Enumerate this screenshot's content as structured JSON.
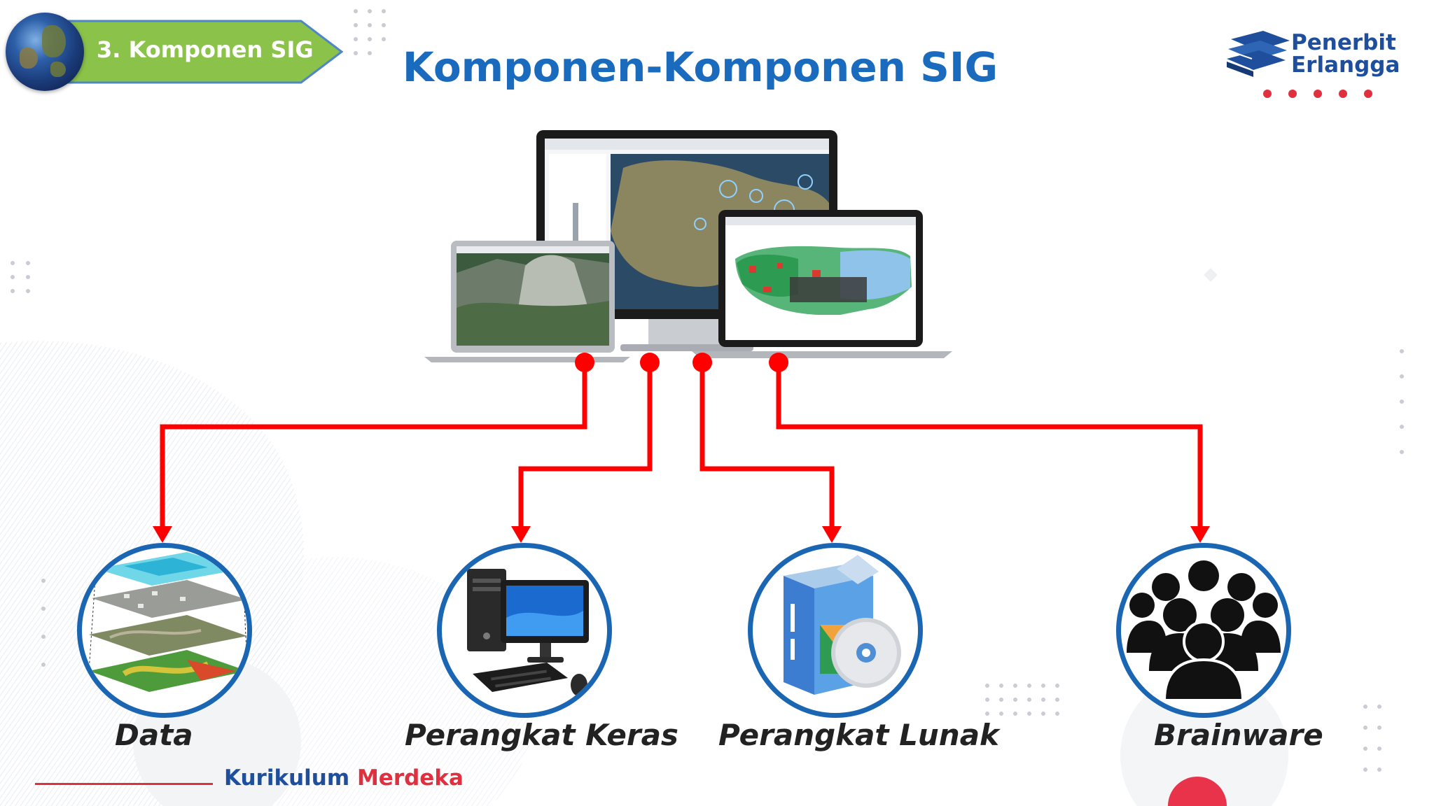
{
  "section_tag": {
    "label": "3. Komponen SIG"
  },
  "page_title": "Komponen-Komponen SIG",
  "publisher": {
    "line1": "Penerbit",
    "line2": "Erlangga"
  },
  "components": [
    {
      "label": "Data",
      "icon": "gis-data-layers-icon"
    },
    {
      "label": "Perangkat Keras",
      "icon": "desktop-computer-icon"
    },
    {
      "label": "Perangkat Lunak",
      "icon": "software-box-icon"
    },
    {
      "label": "Brainware",
      "icon": "people-group-icon"
    }
  ],
  "footer": {
    "word1": "Kurikulum",
    "word2": "Merdeka"
  },
  "colors": {
    "accent_blue": "#1a6bbd",
    "connector_red": "#ff0000",
    "tag_green": "#8bc34a",
    "brand_red": "#e0303f"
  }
}
